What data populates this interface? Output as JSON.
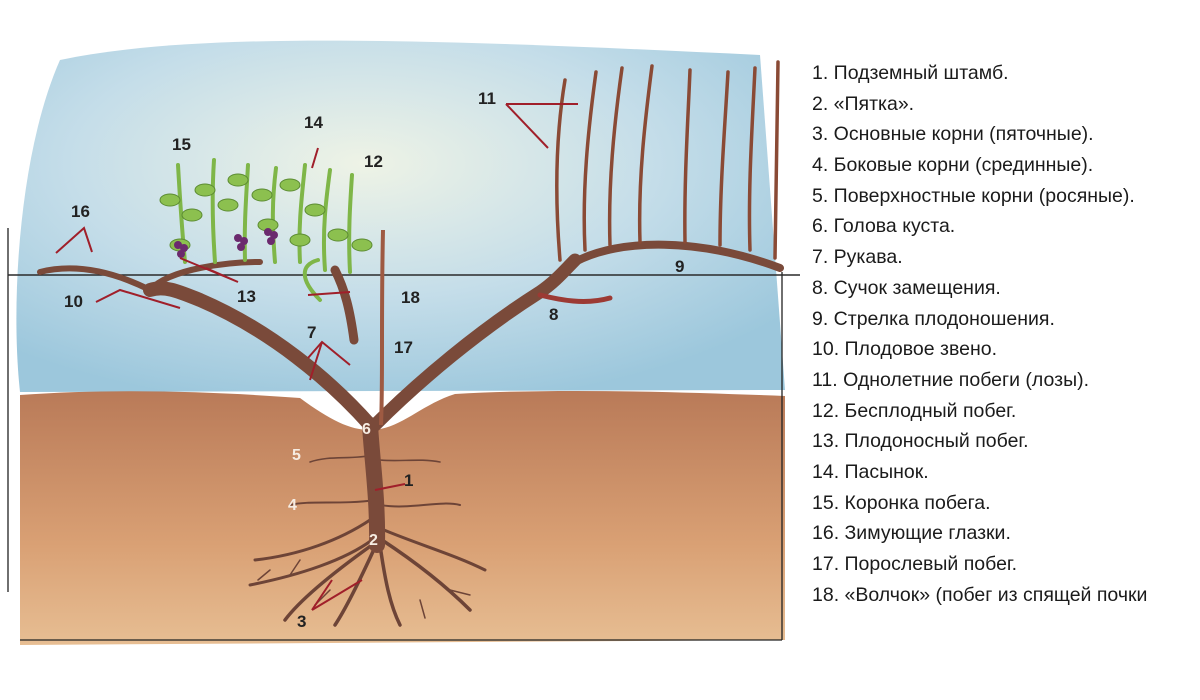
{
  "diagram": {
    "callouts": {
      "n1": "1",
      "n2": "2",
      "n3": "3",
      "n4": "4",
      "n5": "5",
      "n6": "6",
      "n7": "7",
      "n8": "8",
      "n9": "9",
      "n10": "10",
      "n11": "11",
      "n12": "12",
      "n13": "13",
      "n14": "14",
      "n15": "15",
      "n16": "16",
      "n17": "17",
      "n18": "18"
    },
    "colors": {
      "sky": "#bfdbe8",
      "soil": "#c98a5c",
      "wood": "#7a4a3a",
      "leaf": "#7fb648",
      "grape": "#6b2a6e",
      "pointer": "#a01f2a"
    }
  },
  "legend": {
    "items": [
      "1. Подземный штамб.",
      "2. «Пятка».",
      "3. Основные корни (пяточные).",
      "4. Боковые корни (срединные).",
      "5. Поверхностные корни (росяные).",
      "6. Голова куста.",
      "7. Рукава.",
      "8. Сучок замещения.",
      "9. Стрелка плодоношения.",
      "10. Плодовое звено.",
      "11. Однолетние побеги (лозы).",
      "12. Бесплодный побег.",
      "13. Плодоносный побег.",
      "14. Пасынок.",
      "15. Коронка побега.",
      "16. Зимующие глазки.",
      "17. Порослевый побег.",
      "18. «Волчок» (побег из спящей почки"
    ]
  }
}
